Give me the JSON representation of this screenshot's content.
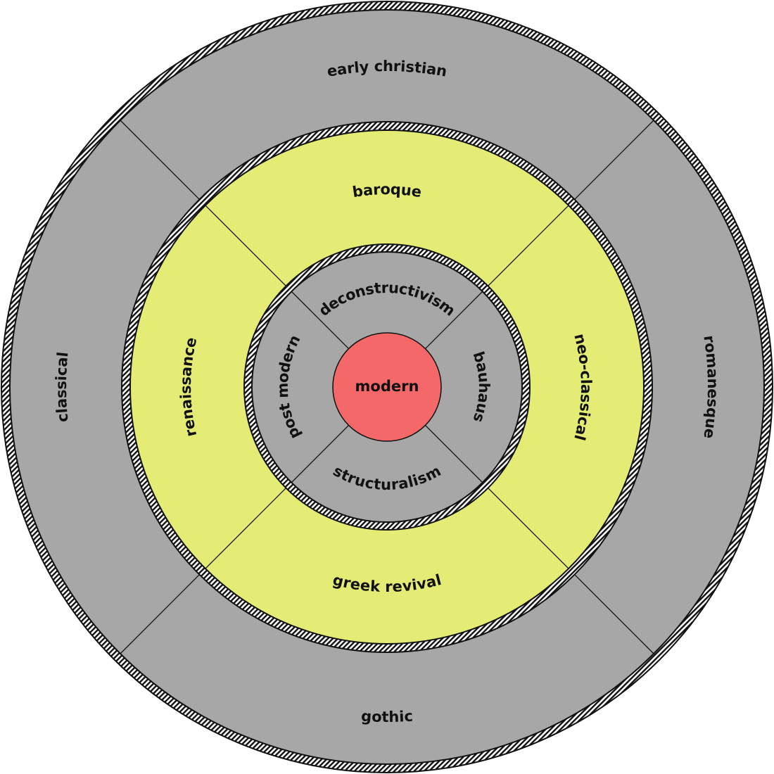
{
  "colors": {
    "gray": "#a7a7a7",
    "yellow": "#e4ec76",
    "red": "#f4686a",
    "line": "#111111"
  },
  "center_label": "modern",
  "rings": [
    {
      "name": "outer",
      "color_key": "gray",
      "labels": [
        {
          "text": "early christian",
          "side": "top"
        },
        {
          "text": "romanesque",
          "side": "right"
        },
        {
          "text": "gothic",
          "side": "bottom"
        },
        {
          "text": "classical",
          "side": "left"
        }
      ]
    },
    {
      "name": "middle",
      "color_key": "yellow",
      "labels": [
        {
          "text": "baroque",
          "side": "top"
        },
        {
          "text": "neo-classical",
          "side": "right"
        },
        {
          "text": "greek revival",
          "side": "bottom"
        },
        {
          "text": "renaissance",
          "side": "left"
        }
      ]
    },
    {
      "name": "inner",
      "color_key": "gray",
      "labels": [
        {
          "text": "deconstructivism",
          "side": "top"
        },
        {
          "text": "bauhaus",
          "side": "right"
        },
        {
          "text": "structuralism",
          "side": "bottom"
        },
        {
          "text": "post modern",
          "side": "left"
        }
      ]
    }
  ]
}
